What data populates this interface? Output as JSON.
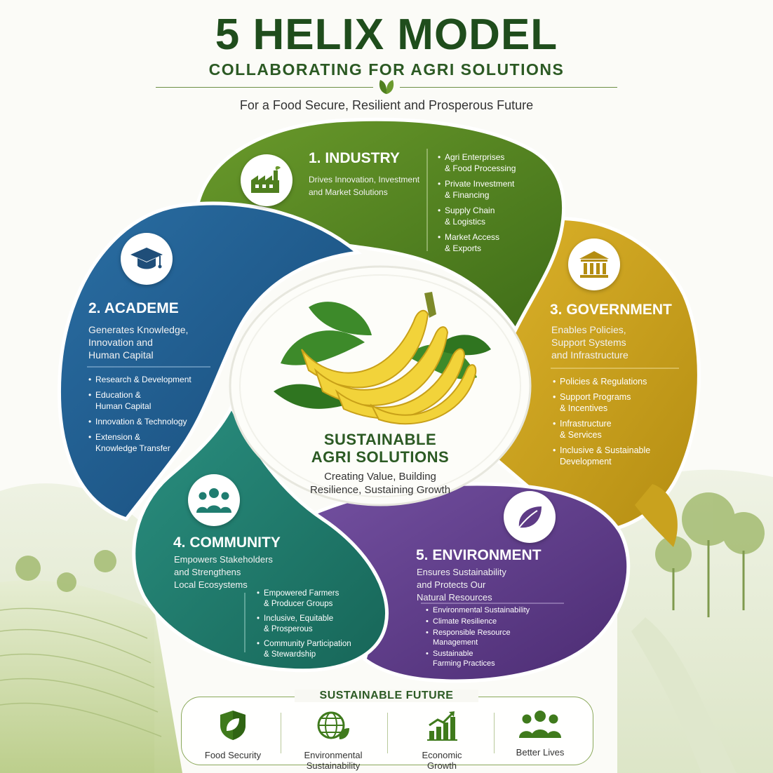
{
  "header": {
    "title": "5 HELIX MODEL",
    "subtitle": "COLLABORATING FOR AGRI SOLUTIONS",
    "tagline": "For a Food Secure, Resilient and Prosperous Future",
    "leaf_icon": "leaf-icon"
  },
  "helix": {
    "industry": {
      "heading": "1. INDUSTRY",
      "description": [
        "Drives Innovation, Investment",
        "and Market Solutions"
      ],
      "bullets": [
        [
          "Agri Enterprises",
          "& Food Processing"
        ],
        [
          "Private Investment",
          "& Financing"
        ],
        [
          "Supply Chain",
          "& Logistics"
        ],
        [
          "Market Access",
          "& Exports"
        ]
      ],
      "icon": "factory-icon",
      "color": "#4f7f1f"
    },
    "academe": {
      "heading": "2. ACADEME",
      "description": [
        "Generates Knowledge,",
        "Innovation and",
        "Human Capital"
      ],
      "bullets": [
        [
          "Research & Development"
        ],
        [
          "Education &",
          "Human Capital"
        ],
        [
          "Innovation & Technology"
        ],
        [
          "Extension &",
          "Knowledge Transfer"
        ]
      ],
      "icon": "graduation-cap-icon",
      "color": "#1f5b8c"
    },
    "government": {
      "heading": "3. GOVERNMENT",
      "description": [
        "Enables Policies,",
        "Support Systems",
        "and Infrastructure"
      ],
      "bullets": [
        [
          "Policies & Regulations"
        ],
        [
          "Support Programs",
          "& Incentives"
        ],
        [
          "Infrastructure",
          "& Services"
        ],
        [
          "Inclusive & Sustainable",
          "Development"
        ]
      ],
      "icon": "government-building-icon",
      "color": "#c9a21e"
    },
    "community": {
      "heading": "4. COMMUNITY",
      "description": [
        "Empowers Stakeholders",
        "and Strengthens",
        "Local Ecosystems"
      ],
      "bullets": [
        [
          "Empowered Farmers",
          "& Producer Groups"
        ],
        [
          "Inclusive, Equitable",
          "& Prosperous"
        ],
        [
          "Community Participation",
          "& Stewardship"
        ]
      ],
      "icon": "people-group-icon",
      "color": "#1f7d70"
    },
    "environment": {
      "heading": "5. ENVIRONMENT",
      "description": [
        "Ensures Sustainability",
        "and Protects Our",
        "Natural Resources"
      ],
      "bullets": [
        [
          "Environmental Sustainability"
        ],
        [
          "Climate Resilience"
        ],
        [
          "Responsible Resource",
          "Management"
        ],
        [
          "Sustainable",
          "Farming Practices"
        ]
      ],
      "icon": "leaf-icon",
      "color": "#5e3b86"
    }
  },
  "center": {
    "title": [
      "SUSTAINABLE",
      "AGRI SOLUTIONS"
    ],
    "subtitle": [
      "Creating Value, Building",
      "Resilience, Sustaining Growth"
    ],
    "image": "banana-bunch"
  },
  "future": {
    "title": "SUSTAINABLE FUTURE",
    "items": [
      {
        "label": [
          "Food Security"
        ],
        "icon": "shield-leaf-icon"
      },
      {
        "label": [
          "Environmental",
          "Sustainability"
        ],
        "icon": "globe-leaf-icon"
      },
      {
        "label": [
          "Economic",
          "Growth"
        ],
        "icon": "bar-chart-icon"
      },
      {
        "label": [
          "Better Lives"
        ],
        "icon": "people-icon"
      }
    ]
  }
}
